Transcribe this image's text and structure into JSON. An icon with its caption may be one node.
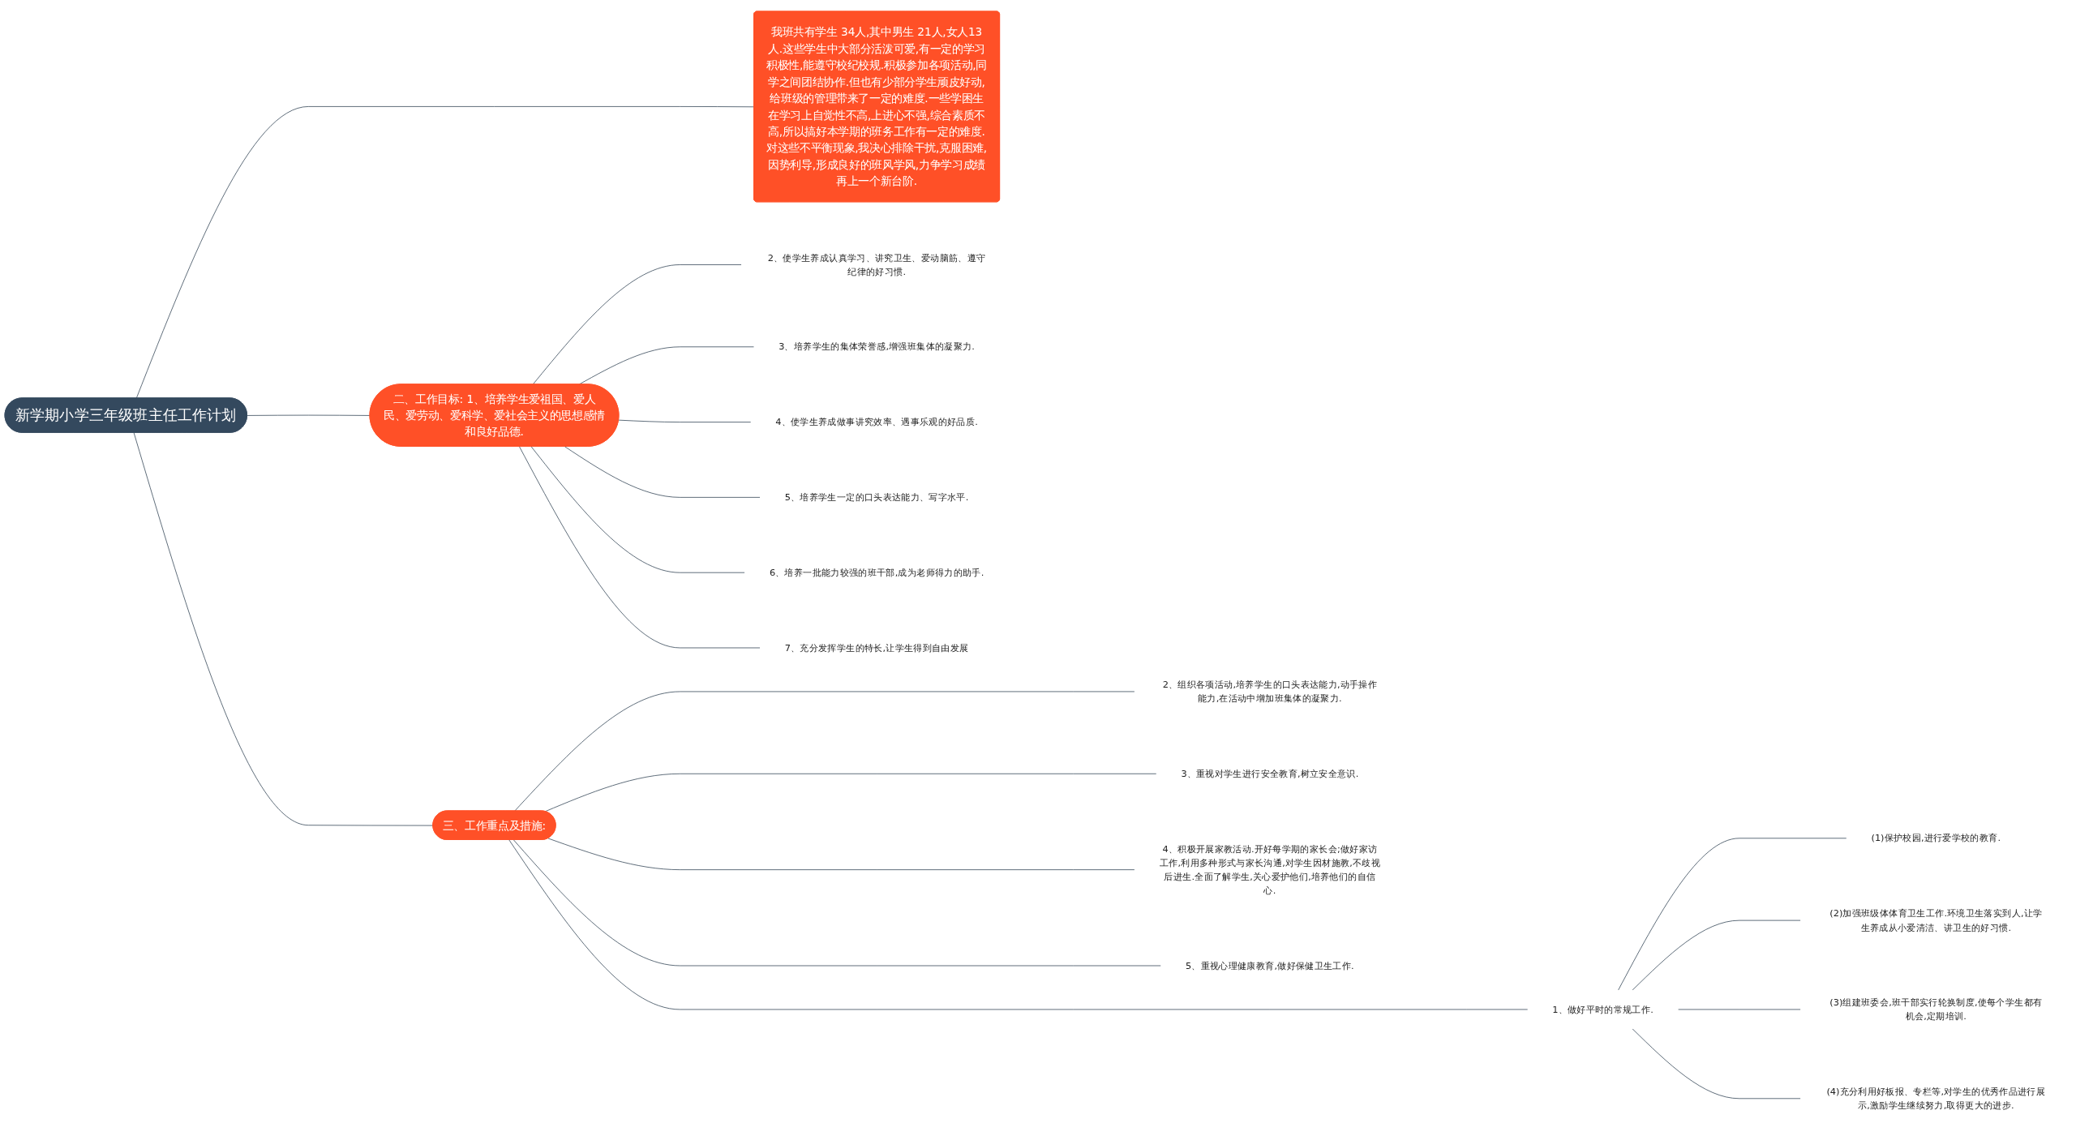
{
  "diagram": {
    "nodes": [
      {
        "text": [
          "新学期小学三年级班主任工作计划"
        ]
      },
      {
        "text": [
          "我班共有学生 34人,其中男生 21人,女人13人.这些学生中大部分活泼可爱,有一定的学习积极性,能遵守校纪校规.积极参加各项活动,同学之间团结协作.但也有少部分学生顽皮好动,给班级的管理带来了一定的难度.一些学困生在学习上自觉性不高,上进心不强,综合素质不高,所以搞好本学期的班务工作有一定的难度.对这些不平衡现象,我决心排除干扰,克服困难,因势利导,形成良好的班风学风,力争学习成绩再上一个新台阶."
        ]
      },
      {
        "text": [
          "二、工作目标: 1、培养学生爱祖国、爱人民、爱劳动、爱科学、爱社会主义的思想感情和良好品德."
        ]
      },
      {
        "text": [
          "2、使学生养成认真学习、讲究卫生、爱动脑筋、遵守纪律的好习惯."
        ]
      },
      {
        "text": [
          "3、培养学生的集体荣誉感,增强班集体的凝聚力."
        ]
      },
      {
        "text": [
          "4、使学生养成做事讲究效率、遇事乐观的好品质."
        ]
      },
      {
        "text": [
          "5、培养学生一定的口头表达能力、写字水平."
        ]
      },
      {
        "text": [
          "6、培养一批能力较强的班干部,成为老师得力的助手."
        ]
      },
      {
        "text": [
          "7、充分发挥学生的特长,让学生得到自由发展"
        ]
      },
      {
        "text": [
          "三、工作重点及措施:"
        ]
      },
      {
        "text": [
          "1、做好平时的常规工作."
        ]
      },
      {
        "text": [
          "(1)保护校园,进行爱学校的教育."
        ]
      },
      {
        "text": [
          "(2)加强班级体体育卫生工作.环境卫生落实到人,让学生养成从小爱清洁、讲卫生的好习惯."
        ]
      },
      {
        "text": [
          "(3)组建班委会,班干部实行轮换制度,使每个学生都有机会,定期培训."
        ]
      },
      {
        "text": [
          "(4)充分利用好板报、专栏等,对学生的优秀作品进行展示,激励学生继续努力,取得更大的进步."
        ]
      },
      {
        "text": [
          "2、组织各项活动,培养学生的口头表达能力,动手操作能力,在活动中增加班集体的凝聚力."
        ]
      },
      {
        "text": [
          "3、重视对学生进行安全教育,树立安全意识."
        ]
      },
      {
        "text": [
          "4、积极开展家教活动.开好每学期的家长会;做好家访工作,利用多种形式与家长沟通,对学生因材施教,不歧视后进生.全面了解学生,关心爱护他们,培养他们的自信心."
        ]
      },
      {
        "text": [
          "5、重视心理健康教育,做好保健卫生工作."
        ]
      }
    ],
    "edges": [
      {
        "from": 0,
        "to": 1,
        "arrow": "none"
      },
      {
        "from": 0,
        "to": 2,
        "arrow": "none"
      },
      {
        "from": 2,
        "to": 3,
        "arrow": "none"
      },
      {
        "from": 2,
        "to": 4,
        "arrow": "none"
      },
      {
        "from": 2,
        "to": 5,
        "arrow": "none"
      },
      {
        "from": 2,
        "to": 6,
        "arrow": "none"
      },
      {
        "from": 2,
        "to": 7,
        "arrow": "none"
      },
      {
        "from": 2,
        "to": 8,
        "arrow": "none"
      },
      {
        "from": 0,
        "to": 9,
        "arrow": "none"
      },
      {
        "from": 9,
        "to": 10,
        "arrow": "none"
      },
      {
        "from": 10,
        "to": 11,
        "arrow": "none"
      },
      {
        "from": 10,
        "to": 12,
        "arrow": "none"
      },
      {
        "from": 10,
        "to": 13,
        "arrow": "none"
      },
      {
        "from": 10,
        "to": 14,
        "arrow": "none"
      },
      {
        "from": 9,
        "to": 15,
        "arrow": "none"
      },
      {
        "from": 9,
        "to": 16,
        "arrow": "none"
      },
      {
        "from": 9,
        "to": 17,
        "arrow": "none"
      },
      {
        "from": 9,
        "to": 18,
        "arrow": "none"
      }
    ]
  }
}
